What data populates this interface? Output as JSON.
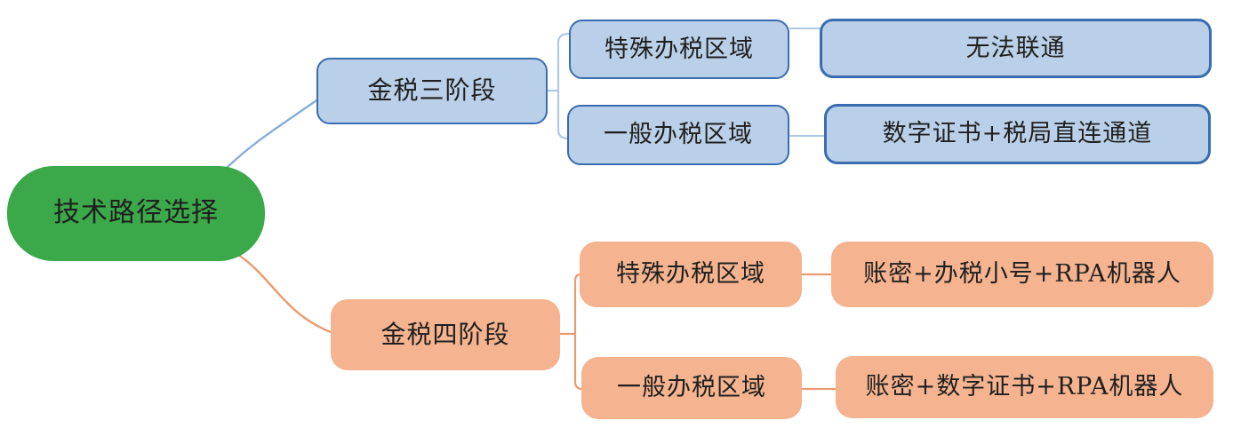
{
  "root": {
    "label": "技术路径选择"
  },
  "branches": [
    {
      "label": "金税三阶段",
      "children": [
        {
          "label": "特殊办税区域",
          "value": "无法联通"
        },
        {
          "label": "一般办税区域",
          "value": "数字证书+税局直连通道"
        }
      ]
    },
    {
      "label": "金税四阶段",
      "children": [
        {
          "label": "特殊办税区域",
          "value": "账密+办税小号+RPA机器人"
        },
        {
          "label": "一般办税区域",
          "value": "账密+数字证书+RPA机器人"
        }
      ]
    }
  ],
  "colors": {
    "root_fill": "#3ba84a",
    "text": "#1f1f1f",
    "blue_fill": "#bad0e8",
    "blue_border": "#3a6cb0",
    "blue_link_curve": "#8aaed8",
    "blue_link_light": "#afc9e6",
    "orange_fill": "#f5b38f",
    "orange_link": "#e99c72"
  }
}
